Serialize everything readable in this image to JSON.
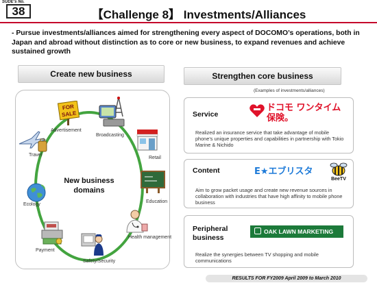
{
  "slide": {
    "label": "SUDE's No.",
    "number": "38"
  },
  "title": "【Challenge 8】 Investments/Alliances",
  "lead": "- Pursue investments/alliances aimed for strengthening every aspect of DOCOMO’s operations, both in Japan and abroad without distinction as to core or new business, to expand revenues and achieve sustained growth",
  "left_panel": {
    "header": "Create new business",
    "center": "New business domains",
    "domains": [
      "Advertisement",
      "Broadcasting",
      "Retail",
      "Education",
      "Health management",
      "Safety/Security",
      "Payment",
      "Ecology",
      "Travel"
    ]
  },
  "right_panel": {
    "header": "Strengthen core business",
    "note": "(Examples of investments/alliances)",
    "cards": [
      {
        "title": "Service",
        "logo": "ドコモ ワンタイム保険。",
        "desc": "Realized an insurance service that take advantage of mobile phone’s unique properties and capabilities in partnership with Tokio Marine & Nichido"
      },
      {
        "title": "Content",
        "logo": "E★エブリスタ",
        "logo2": "BeeTV",
        "desc": "Aim to grow packet usage and create new revenue sources in collaboration with industries that have high affinity to mobile phone business"
      },
      {
        "title": "Peripheral business",
        "logo": "OAK LAWN MARKETING",
        "desc": "Realize the synergies between TV shopping and mobile communications"
      }
    ]
  },
  "footer": "RESULTS FOR FY2009  April 2009 to March 2010",
  "colors": {
    "accent": "#c4002a",
    "ring": "#43a43f",
    "oak_lawn": "#1c7a3a"
  }
}
